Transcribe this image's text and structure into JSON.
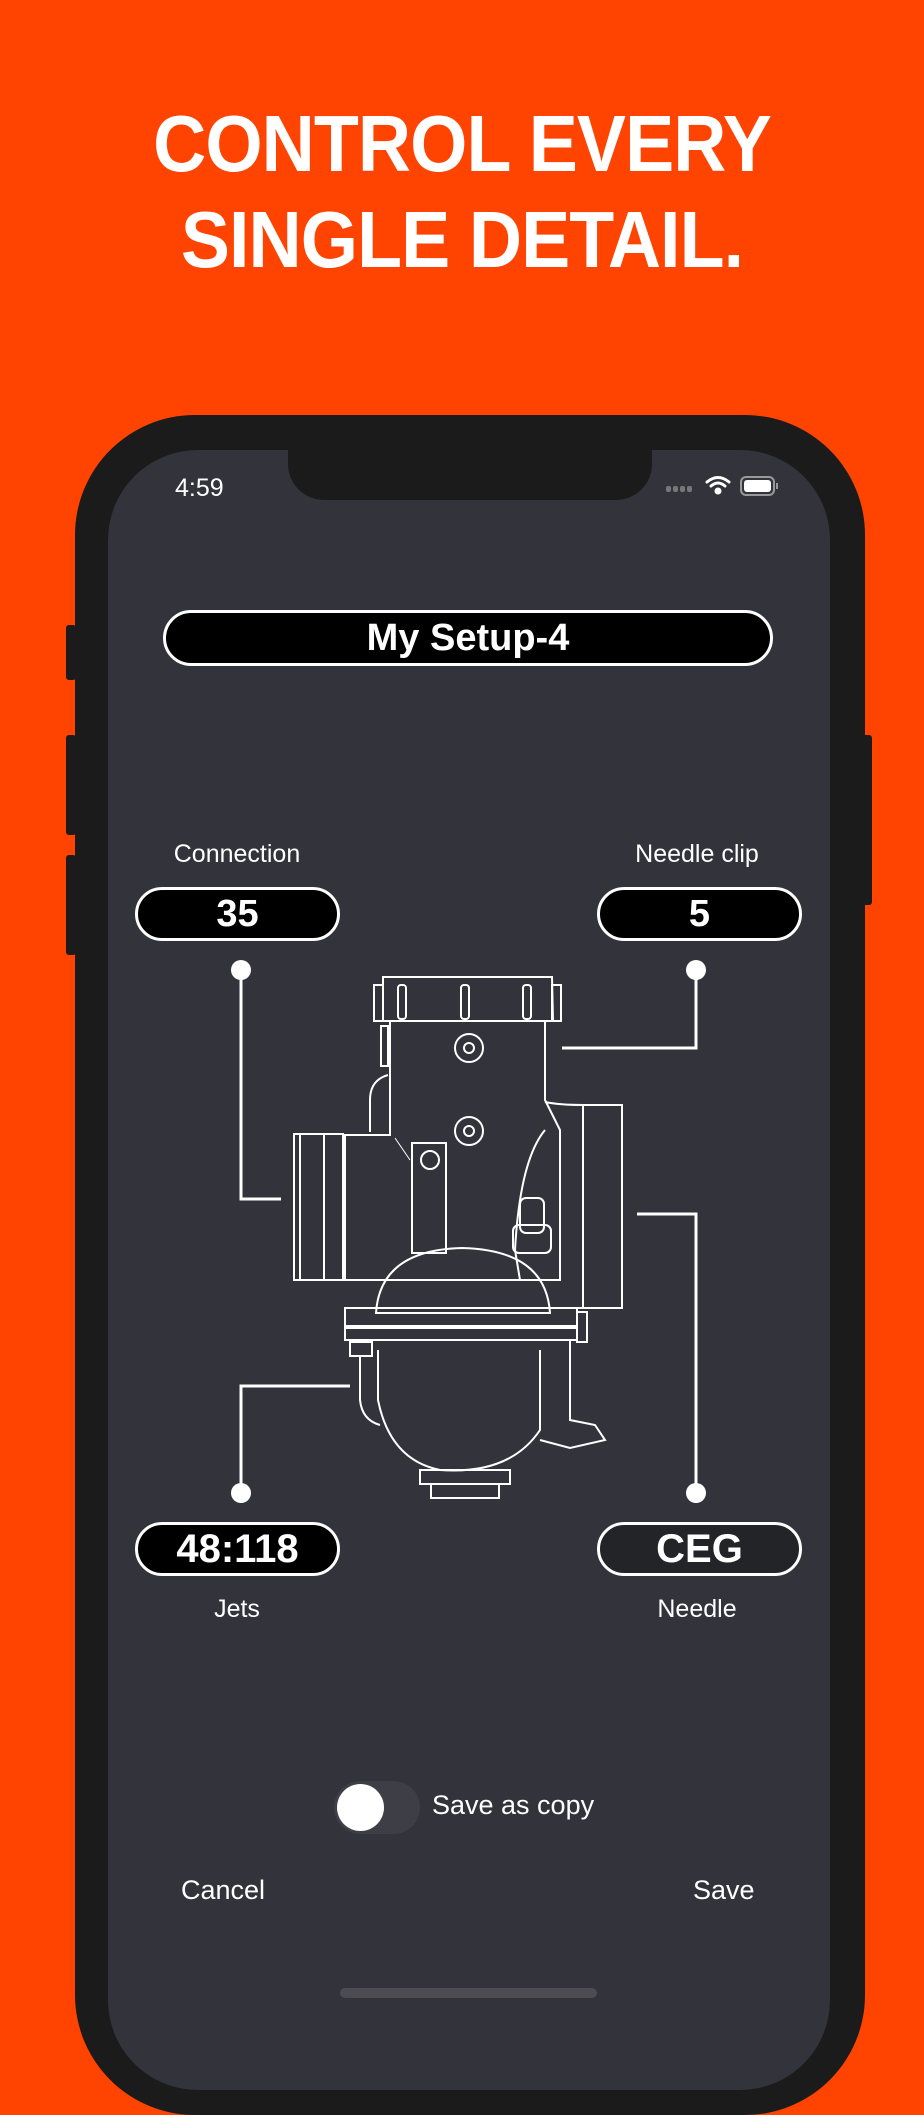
{
  "headline": {
    "line1": "CONTROL EVERY",
    "line2": "SINGLE DETAIL."
  },
  "status_bar": {
    "time": "4:59"
  },
  "setup": {
    "name": "My Setup-4"
  },
  "fields": {
    "connection": {
      "label": "Connection",
      "value": "35"
    },
    "needle_clip": {
      "label": "Needle clip",
      "value": "5"
    },
    "jets": {
      "label": "Jets",
      "value": "48:118"
    },
    "needle": {
      "label": "Needle",
      "value": "CEG"
    }
  },
  "save_copy": {
    "label": "Save as copy",
    "on": false
  },
  "actions": {
    "cancel": "Cancel",
    "save": "Save"
  },
  "colors": {
    "brand": "#ff4300",
    "screen": "#33333b"
  }
}
